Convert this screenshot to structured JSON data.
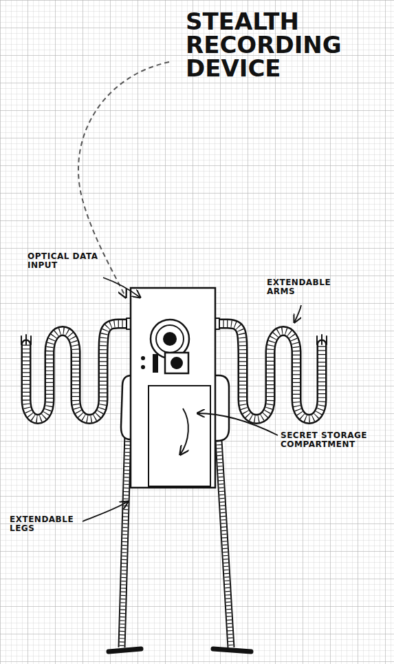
{
  "diagram": {
    "labels": [
      "STEALTH RECORDING DEVICE",
      "OPTICAL DATA INPUT",
      "EXTENDABLE ARMS",
      "SECRET STORAGE COMPARTMENT",
      "EXTENDABLE LEGS"
    ]
  }
}
